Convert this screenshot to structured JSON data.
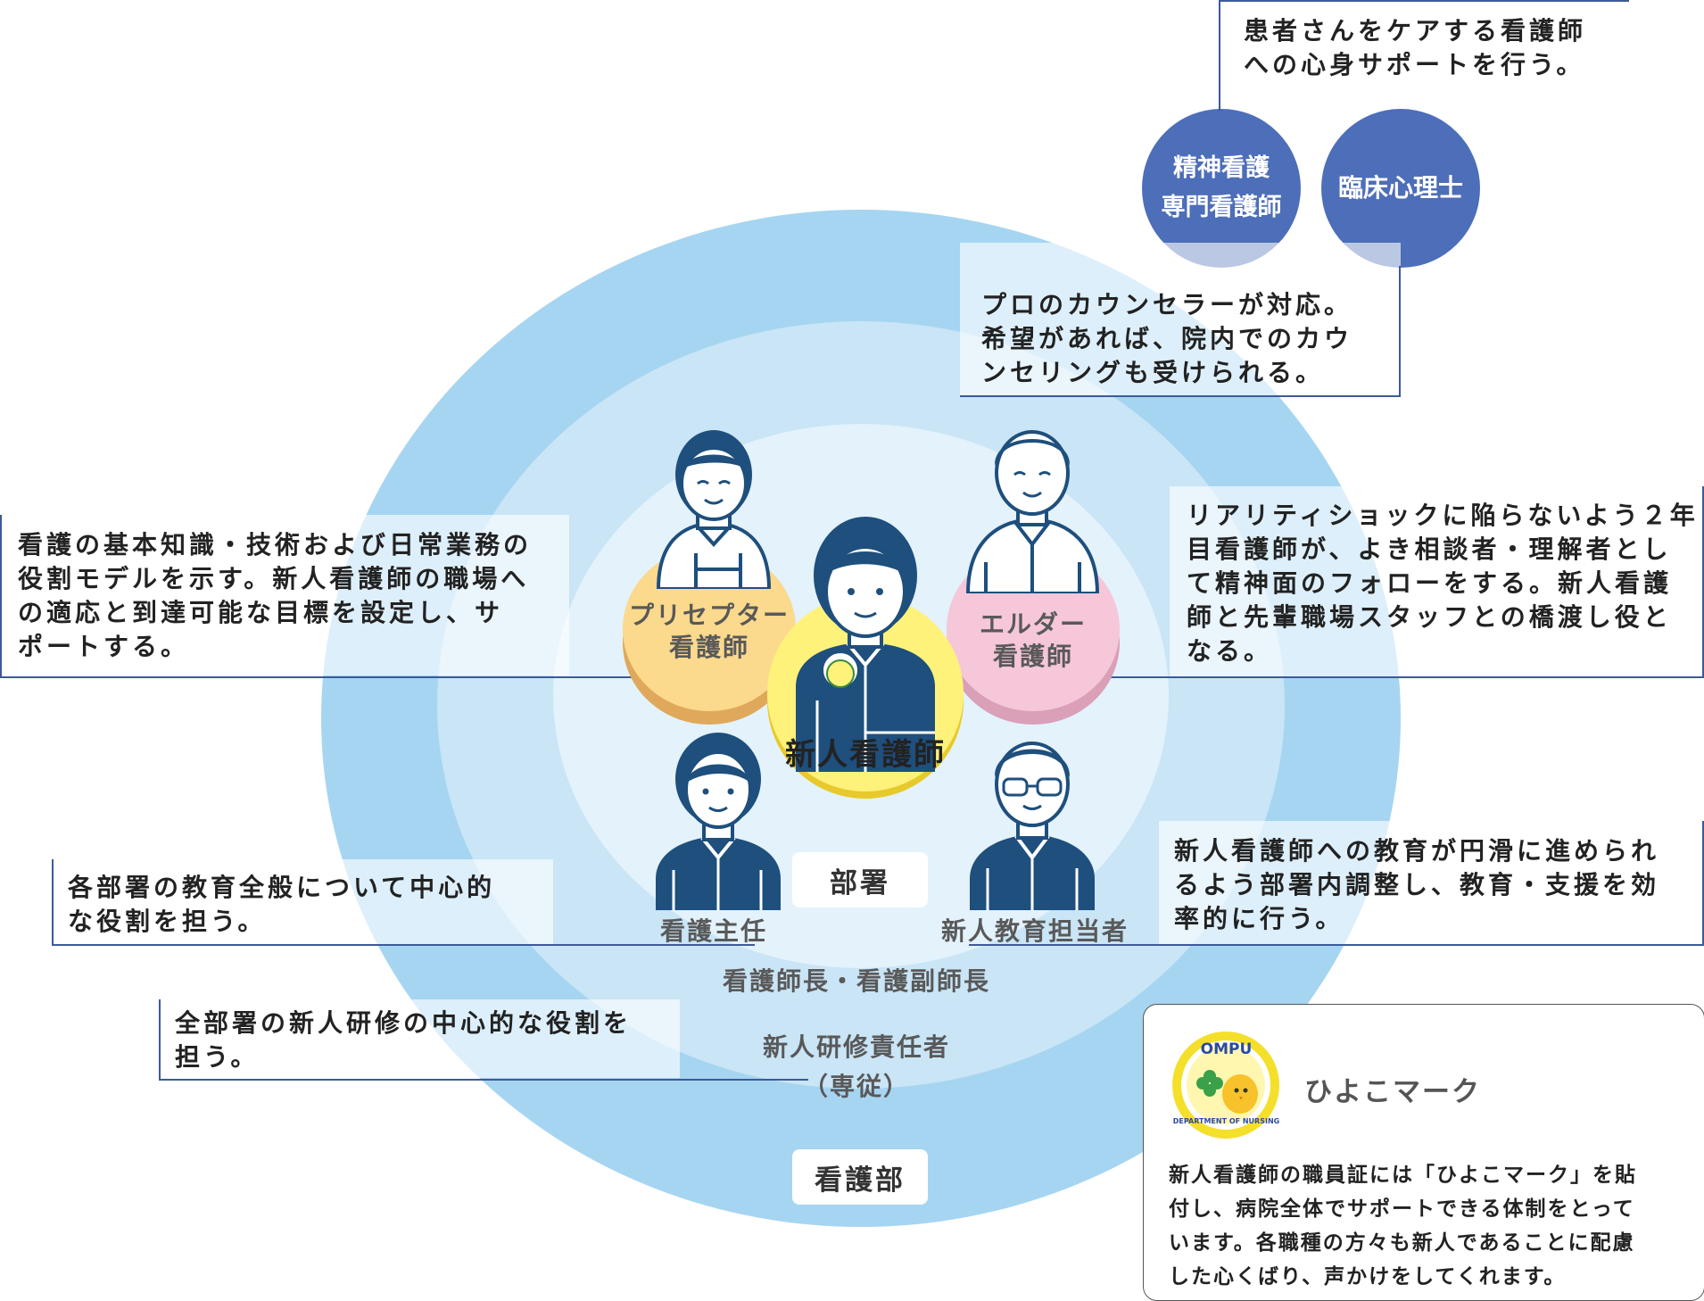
{
  "center": {
    "label": "新人看護師"
  },
  "roles": {
    "preceptor": "プリセプター\n看護師",
    "elder": "エルダー\n看護師",
    "chief": "看護主任",
    "educator": "新人教育担当者"
  },
  "rings": {
    "dept": "部署",
    "heads": "看護師長・看護副師長",
    "training": "新人研修責任者\n（専従）",
    "nursing_dept": "看護部"
  },
  "specialists": {
    "psych_nurse": "精神看護\n専門看護師",
    "psychologist": "臨床心理士"
  },
  "notes": {
    "top_right": "患者さんをケアする看護師\nへの心身サポートを行う。",
    "counselor": "プロのカウンセラーが対応。\n希望があれば、院内でのカウ\nンセリングも受けられる。",
    "preceptor": "看護の基本知識・技術および日常業務の\n役割モデルを示す。新人看護師の職場へ\nの適応と到達可能な目標を設定し、サ\nポートする。",
    "elder": "リアリティショックに陥らないよう２年\n目看護師が、よき相談者・理解者とし\nて精神面のフォローをする。新人看護\n師と先輩職場スタッフとの橋渡し役と\nなる。",
    "chief": "各部署の教育全般について中心的\nな役割を担う。",
    "educator": "新人看護師への教育が円滑に進められ\nるよう部署内調整し、教育・支援を効\n率的に行う。",
    "training": "全部署の新人研修の中心的な役割を\n担う。"
  },
  "legend": {
    "title": "ひよこマーク",
    "badge_top": "OMPU",
    "badge_ring": "DEPARTMENT OF NURSING",
    "body": "新人看護師の職員証には「ひよこマーク」を貼\n付し、病院全体でサポートできる体制をとって\nいます。各職種の方々も新人であることに配慮\nした心くばり、声かけをしてくれます。"
  },
  "colors": {
    "ring_outer": "#a6d5f1",
    "ring_mid": "#c9e5f6",
    "ring_inner": "#e3f2fb",
    "center": "#fff27a",
    "preceptor": "#fbd98d",
    "elder": "#f6c6d9",
    "navy": "#1e4f7d",
    "specialist": "#4d6eb8",
    "line": "#3d5a99"
  }
}
